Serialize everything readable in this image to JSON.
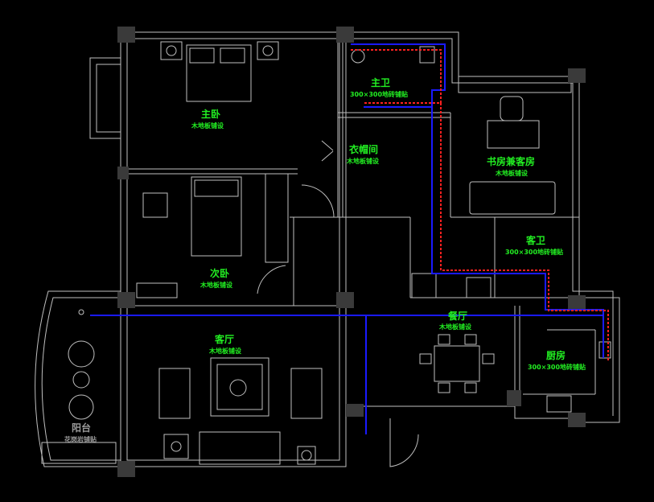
{
  "colors": {
    "background": "#000000",
    "wall": "#bfbfbf",
    "pillar": "#3a3a3a",
    "room_label": "#22ee22",
    "cold_pipe": "#1a1aff",
    "hot_pipe": "#ff2020"
  },
  "rooms": [
    {
      "name": "主卧",
      "floor": "木地板铺设"
    },
    {
      "name": "主卫",
      "floor": "300×300地砖铺贴"
    },
    {
      "name": "衣帽间",
      "floor": "木地板铺设"
    },
    {
      "name": "书房兼客房",
      "floor": "木地板铺设"
    },
    {
      "name": "客卫",
      "floor": "300×300地砖铺贴"
    },
    {
      "name": "次卧",
      "floor": "木地板铺设"
    },
    {
      "name": "客厅",
      "floor": "木地板铺设"
    },
    {
      "name": "餐厅",
      "floor": "木地板铺设"
    },
    {
      "name": "厨房",
      "floor": "300×300地砖铺贴"
    },
    {
      "name": "阳台",
      "floor": "花岗岩铺贴"
    }
  ]
}
